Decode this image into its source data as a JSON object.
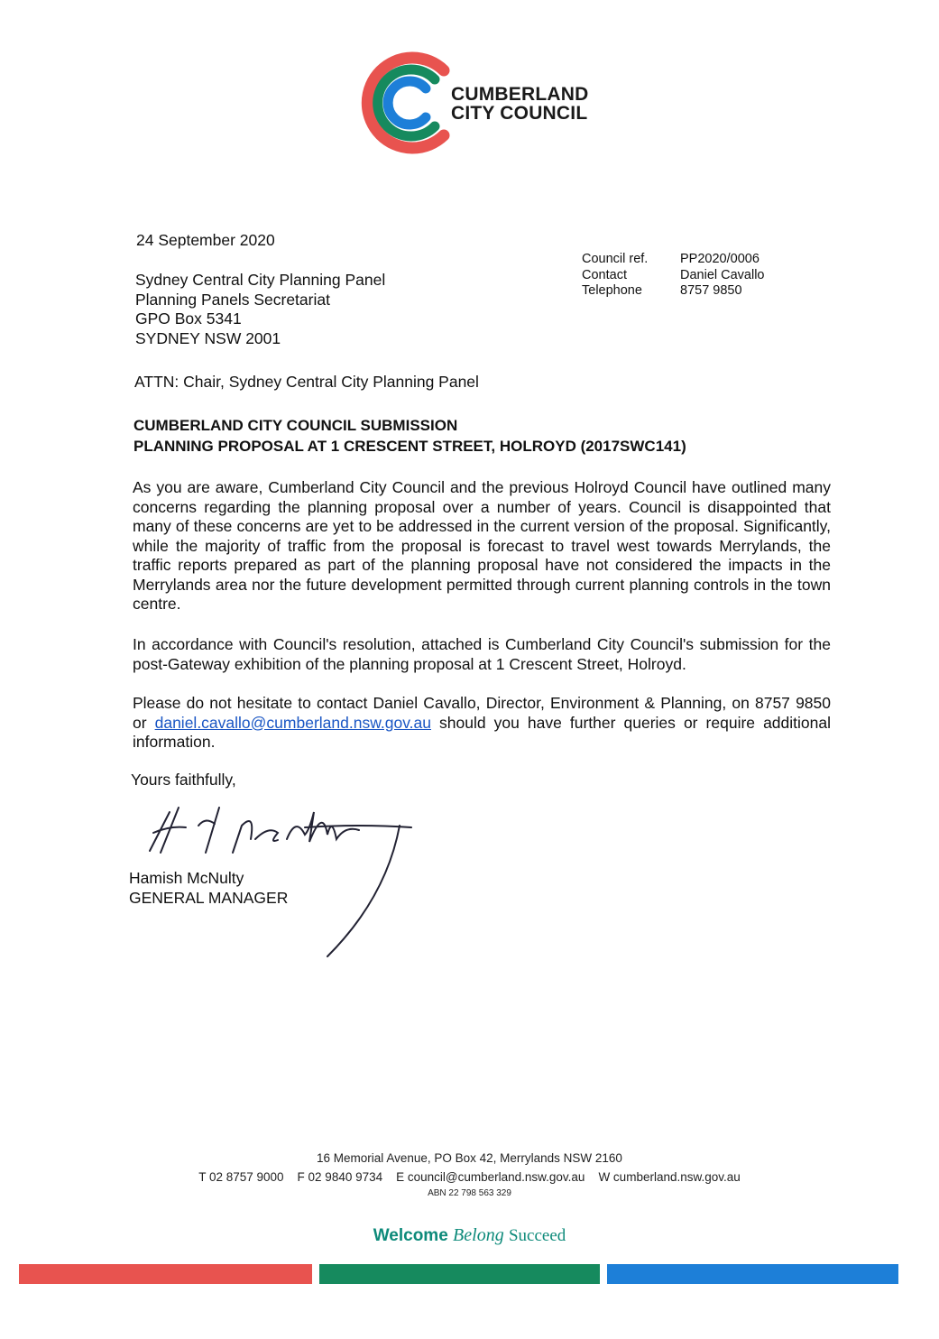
{
  "logo": {
    "line1": "CUMBERLAND",
    "line2": "CITY COUNCIL",
    "colors": {
      "red": "#e8534f",
      "green": "#168a5e",
      "blue": "#1d7fd8"
    }
  },
  "date": "24 September 2020",
  "recipient": [
    "Sydney Central City Planning Panel",
    "Planning Panels Secretariat",
    "GPO Box 5341",
    "SYDNEY NSW 2001"
  ],
  "reference": [
    {
      "label": "Council ref.",
      "value": "PP2020/0006"
    },
    {
      "label": "Contact",
      "value": "Daniel Cavallo"
    },
    {
      "label": "Telephone",
      "value": "8757 9850"
    }
  ],
  "attn": "ATTN: Chair, Sydney Central City Planning Panel",
  "heading": {
    "line1": "CUMBERLAND CITY COUNCIL SUBMISSION",
    "line2": "PLANNING PROPOSAL AT 1 CRESCENT STREET, HOLROYD (2017SWC141)"
  },
  "paragraphs": {
    "p1": "As you are aware, Cumberland City Council and the previous Holroyd Council have outlined many concerns regarding the planning proposal over a number of years. Council is disappointed that many of these concerns are yet to be addressed in the current version of the proposal. Significantly, while the majority of traffic from the proposal is forecast to travel west towards Merrylands, the traffic reports prepared as part of the planning proposal have not considered the impacts in the Merrylands area nor the future development permitted through current planning controls in the town centre.",
    "p2": "In accordance with Council's resolution, attached is Cumberland City Council's submission for the post-Gateway exhibition of the planning proposal at 1 Crescent Street, Holroyd.",
    "p3_before": "Please do not hesitate to contact Daniel Cavallo, Director, Environment & Planning, on 8757 9850 or ",
    "p3_email": "daniel.cavallo@cumberland.nsw.gov.au",
    "p3_after": " should you have further queries or require additional information."
  },
  "closing": "Yours faithfully,",
  "signatory": {
    "name": "Hamish McNulty",
    "title": "GENERAL MANAGER"
  },
  "footer": {
    "address": "16 Memorial Avenue, PO Box 42, Merrylands NSW 2160",
    "contacts": "T 02 8757 9000    F 02 9840 9734    E council@cumberland.nsw.gov.au    W cumberland.nsw.gov.au",
    "abn": "ABN 22 798 563 329",
    "tagline": {
      "w1": "Welcome",
      "w2": "Belong",
      "w3": "Succeed"
    }
  }
}
